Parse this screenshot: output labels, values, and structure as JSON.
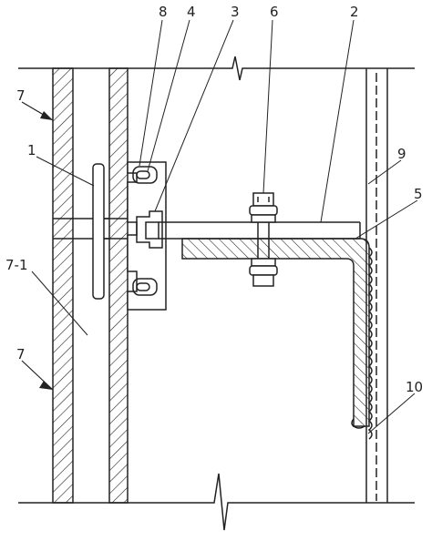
{
  "labels": {
    "l8": "8",
    "l4": "4",
    "l3": "3",
    "l6": "6",
    "l2": "2",
    "l9": "9",
    "l5": "5",
    "l1": "1",
    "l7_top": "7",
    "l7_1": "7-1",
    "l7_bottom": "7",
    "l10": "10"
  },
  "colors": {
    "line": "#222222",
    "paper": "#ffffff"
  }
}
